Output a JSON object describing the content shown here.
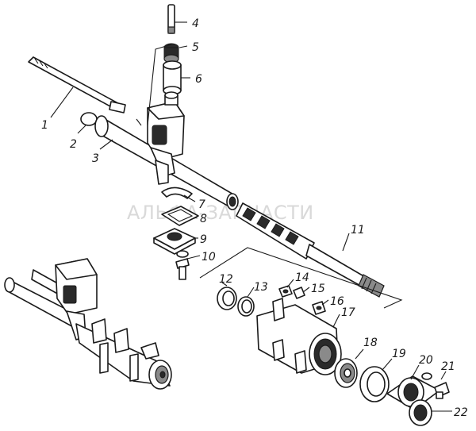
{
  "watermark": "АЛЬФА-ЗАПЧАСТИ",
  "callouts": [
    "1",
    "2",
    "3",
    "4",
    "5",
    "6",
    "7",
    "8",
    "9",
    "10",
    "11",
    "12",
    "13",
    "14",
    "15",
    "16",
    "17",
    "18",
    "19",
    "20",
    "21",
    "22"
  ]
}
